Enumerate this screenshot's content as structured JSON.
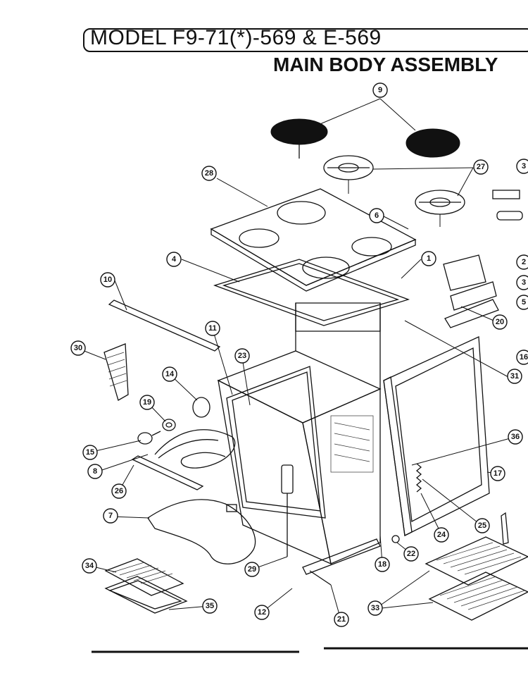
{
  "header": {
    "model": "MODEL F9-71(*)-569 & E-569",
    "subtitle": "MAIN BODY ASSEMBLY"
  },
  "callouts": {
    "c1": "1",
    "c2": "2",
    "c3": "3",
    "c4": "4",
    "c5": "5",
    "c6": "6",
    "c7": "7",
    "c8": "8",
    "c9": "9",
    "c10": "10",
    "c11": "11",
    "c12": "12",
    "c14": "14",
    "c15": "15",
    "c16": "16",
    "c17": "17",
    "c18": "18",
    "c19": "19",
    "c20": "20",
    "c21": "21",
    "c22": "22",
    "c23": "23",
    "c24": "24",
    "c25": "25",
    "c26": "26",
    "c27": "27",
    "c28": "28",
    "c29": "29",
    "c30": "30",
    "c31": "31",
    "c33": "33",
    "c34": "34",
    "c35": "35",
    "c36": "36",
    "c37": "3"
  }
}
